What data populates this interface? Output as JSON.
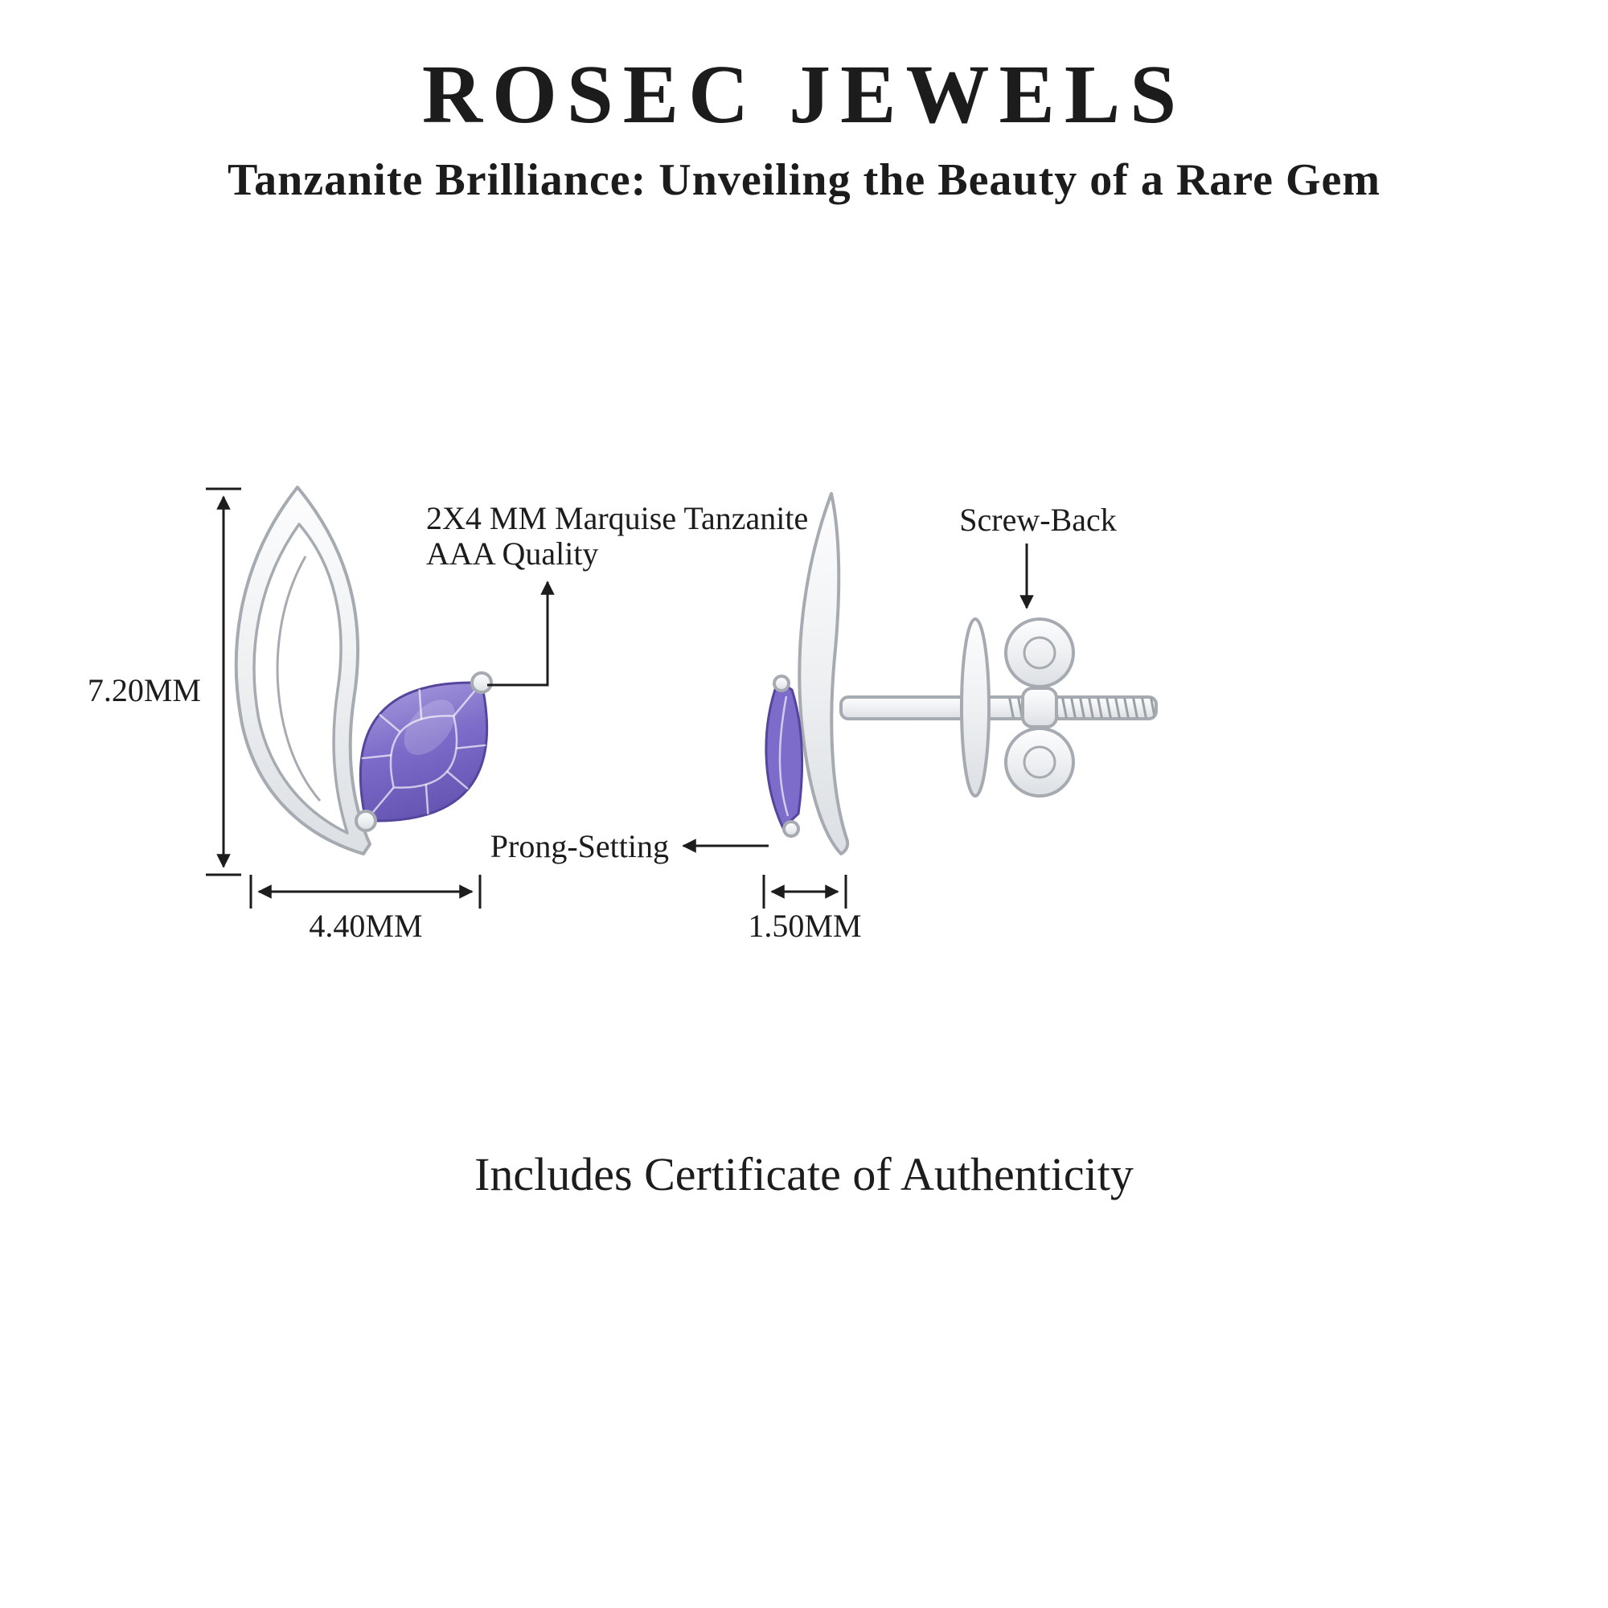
{
  "header": {
    "brand": "ROSEC JEWELS",
    "subtitle": "Tanzanite Brilliance: Unveiling the Beauty of a Rare Gem"
  },
  "callouts": {
    "gem_line1": "2X4 MM Marquise Tanzanite",
    "gem_line2": "AAA Quality",
    "prong_setting": "Prong-Setting",
    "screw_back": "Screw-Back"
  },
  "measurements": {
    "height": "7.20MM",
    "width": "4.40MM",
    "depth": "1.50MM"
  },
  "footer": {
    "note": "Includes Certificate of Authenticity"
  },
  "colors": {
    "gem_main": "#7d6cc9",
    "gem_dark": "#55459c",
    "metal_stroke": "#a6abb1",
    "text": "#1c1c1c"
  }
}
